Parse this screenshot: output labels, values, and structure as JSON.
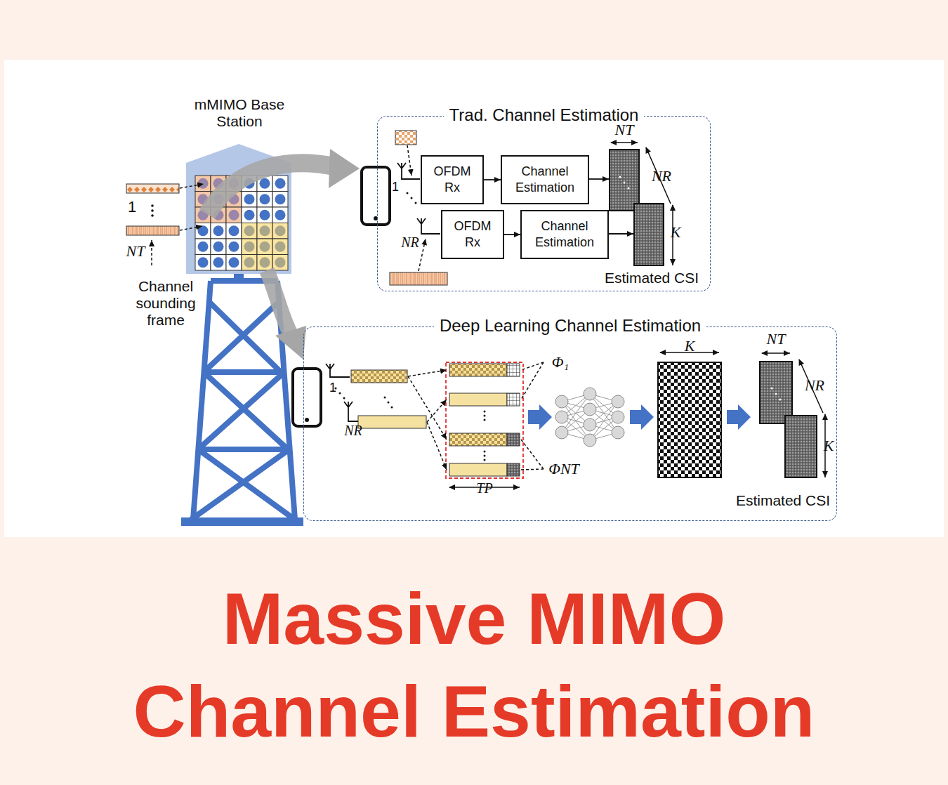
{
  "diagram": {
    "title": "Massive MIMO Channel Estimation",
    "nodes": [
      {
        "text": [
          "Trad. Channel Estimation"
        ]
      },
      {
        "text": [
          "OFDM Rx"
        ],
        "in": 0
      },
      {
        "text": [
          "Channel Estimation"
        ],
        "in": 0
      },
      {
        "text": [
          "OFDM Rx"
        ],
        "in": 0
      },
      {
        "text": [
          "Channel Estimation"
        ],
        "in": 0
      },
      {
        "text": [
          "Deep Learning Channel Estimation"
        ]
      }
    ],
    "edges": [
      {
        "from": 1,
        "to": 2,
        "arrow": "to"
      },
      {
        "from": 3,
        "to": 4,
        "arrow": "to"
      }
    ],
    "labels": [
      "mMIMO Base Station",
      "1",
      "NT",
      "Channel sounding frame",
      "NT",
      "NR",
      "K",
      "Estimated CSI",
      "1",
      "NR",
      "1",
      "NR",
      "Φ₁",
      "ΦNT",
      "TP",
      "K",
      "NT",
      "NR",
      "K",
      "Estimated CSI"
    ]
  }
}
